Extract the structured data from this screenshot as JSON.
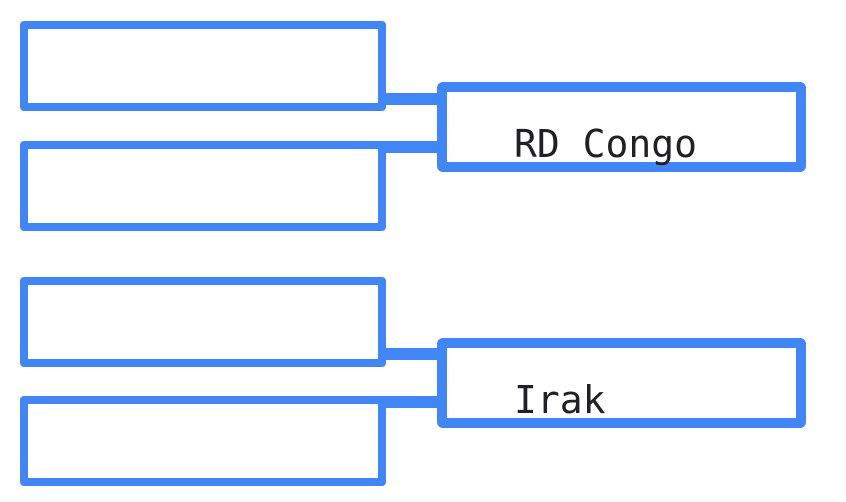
{
  "diagram": {
    "type": "tournament-bracket",
    "accent_color": "#4285F4",
    "text_color": "#202124",
    "background_color": "#FFFFFF",
    "matchups": [
      {
        "slots": [
          "",
          ""
        ],
        "winner": "RD Congo"
      },
      {
        "slots": [
          "",
          ""
        ],
        "winner": "Irak"
      }
    ]
  }
}
